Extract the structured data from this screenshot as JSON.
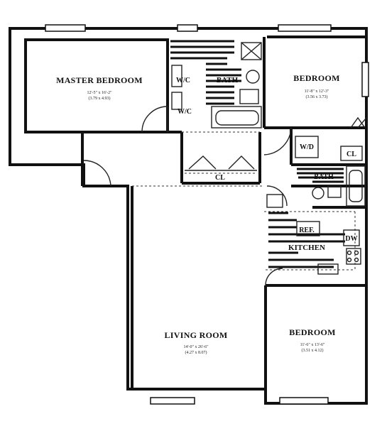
{
  "rooms": {
    "master_bedroom": {
      "name": "MASTER BEDROOM",
      "dim_imperial": "12'-5\" x 16'-2\"",
      "dim_metric": "(3.79 x 4.93)"
    },
    "bedroom_upper": {
      "name": "BEDROOM",
      "dim_imperial": "11'-8\" x 12'-3\"",
      "dim_metric": "(3.56 x 3.73)"
    },
    "living_room": {
      "name": "LIVING ROOM",
      "dim_imperial": "14'-0\" x 26'-6\"",
      "dim_metric": "(4.27 x 8.07)"
    },
    "bedroom_lower": {
      "name": "BEDROOM",
      "dim_imperial": "11'-6\" x 13'-6\"",
      "dim_metric": "(3.51 x 4.12)"
    },
    "bath_main": {
      "name": "BATH"
    },
    "bath_small": {
      "name": "BATH"
    },
    "kitchen": {
      "name": "KITCHEN"
    }
  },
  "fixtures": {
    "wc_upper": "W/C",
    "wc_lower": "W/C",
    "washer_dryer": "W/D",
    "closet_hall": "CL",
    "closet_bedroom": "CL",
    "refrigerator": "REF.",
    "dishwasher": "DW"
  }
}
